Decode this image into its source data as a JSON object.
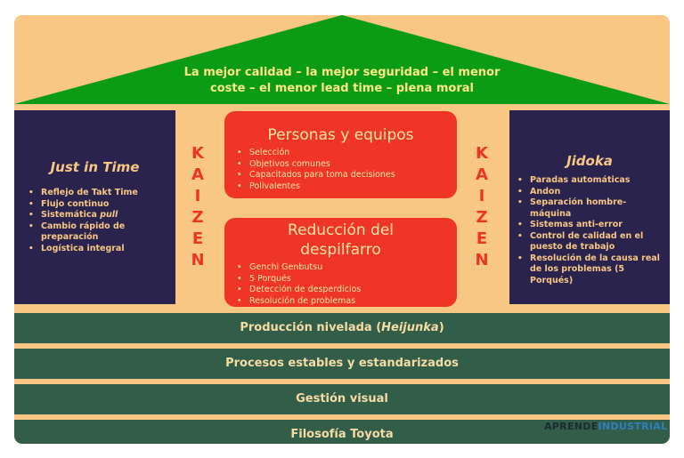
{
  "roof": {
    "line1": "La mejor calidad – la mejor seguridad – el menor",
    "line2": "coste – el menor lead time – plena moral"
  },
  "left_pillar": {
    "title": "Just in Time",
    "items": [
      "Reflejo de Takt Time",
      "Flujo continuo",
      "Sistemática",
      "Cambio rápido de preparación",
      "Logística integral"
    ],
    "item3_suffix": "pull"
  },
  "right_pillar": {
    "title": "Jidoka",
    "items": [
      "Paradas automáticas",
      "Andon",
      "Separación hombre-máquina",
      "Sistemas anti-error",
      "Control de calidad en el puesto de trabajo",
      "Resolución de la causa real de los problemas (5 Porqués)"
    ]
  },
  "kaizen": [
    "K",
    "A",
    "I",
    "Z",
    "E",
    "N"
  ],
  "center_top": {
    "title": "Personas y equipos",
    "items": [
      "Selección",
      "Objetivos comunes",
      "Capacitados para toma decisiones",
      "Polivalentes"
    ]
  },
  "center_bottom": {
    "title_line1": "Reducción del",
    "title_line2": "despilfarro",
    "items": [
      "Genchi Genbutsu",
      "5 Porqués",
      "Detección de desperdicios",
      "Resolución de problemas"
    ]
  },
  "bands": {
    "band1_prefix": "Producción nivelada (",
    "band1_italic": "Heijunka",
    "band1_suffix": ")",
    "band2": "Procesos estables y estandarizados",
    "band3": "Gestión visual",
    "band4": "Filosofía Toyota"
  },
  "brand": {
    "part1": "APRENDE",
    "part2": "INDUSTRIAL"
  },
  "colors": {
    "background": "#f8c784",
    "roof": "#0b9b14",
    "pillar": "#2a234e",
    "red_box": "#ef3526",
    "band": "#325d49"
  }
}
